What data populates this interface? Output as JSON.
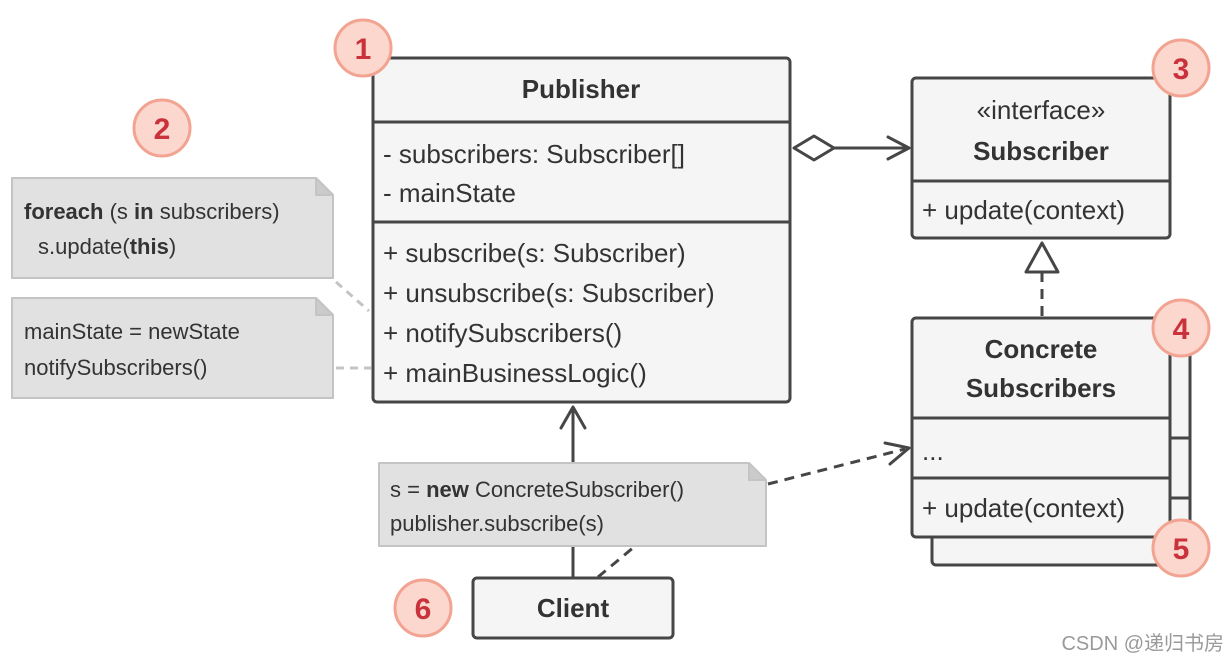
{
  "publisher": {
    "name": "Publisher",
    "fields": [
      "- subscribers: Subscriber[]",
      "- mainState"
    ],
    "methods": [
      "+ subscribe(s: Subscriber)",
      "+ unsubscribe(s: Subscriber)",
      "+ notifySubscribers()",
      "+ mainBusinessLogic()"
    ]
  },
  "subscriber": {
    "stereotype": "«interface»",
    "name": "Subscriber",
    "methods": [
      "+ update(context)"
    ]
  },
  "concrete_subscribers": {
    "name_lines": [
      "Concrete",
      "Subscribers"
    ],
    "fields": [
      "..."
    ],
    "methods": [
      "+ update(context)"
    ]
  },
  "client": {
    "name": "Client"
  },
  "notes": {
    "notify_loop": {
      "lines": [
        [
          "foreach",
          " (s ",
          "in",
          " subscribers)"
        ],
        [
          "s.update(",
          "this",
          ")"
        ]
      ]
    },
    "business_logic": {
      "lines": [
        "mainState = newState",
        "notifySubscribers()"
      ]
    },
    "client_setup": {
      "lines": [
        [
          "s = ",
          "new",
          " ConcreteSubscriber()"
        ],
        [
          "publisher.subscribe(s)"
        ]
      ]
    }
  },
  "markers": [
    "1",
    "2",
    "3",
    "4",
    "5",
    "6"
  ],
  "watermark": "CSDN @递归书房",
  "colors": {
    "box_fill": "#f5f5f5",
    "box_stroke": "#464646",
    "note_fill": "#e1e1e1",
    "note_stroke": "#c4c4c4",
    "marker_fill": "#fcd7cd",
    "marker_stroke": "#f2a391",
    "marker_text": "#c9323b",
    "text": "#333333"
  }
}
